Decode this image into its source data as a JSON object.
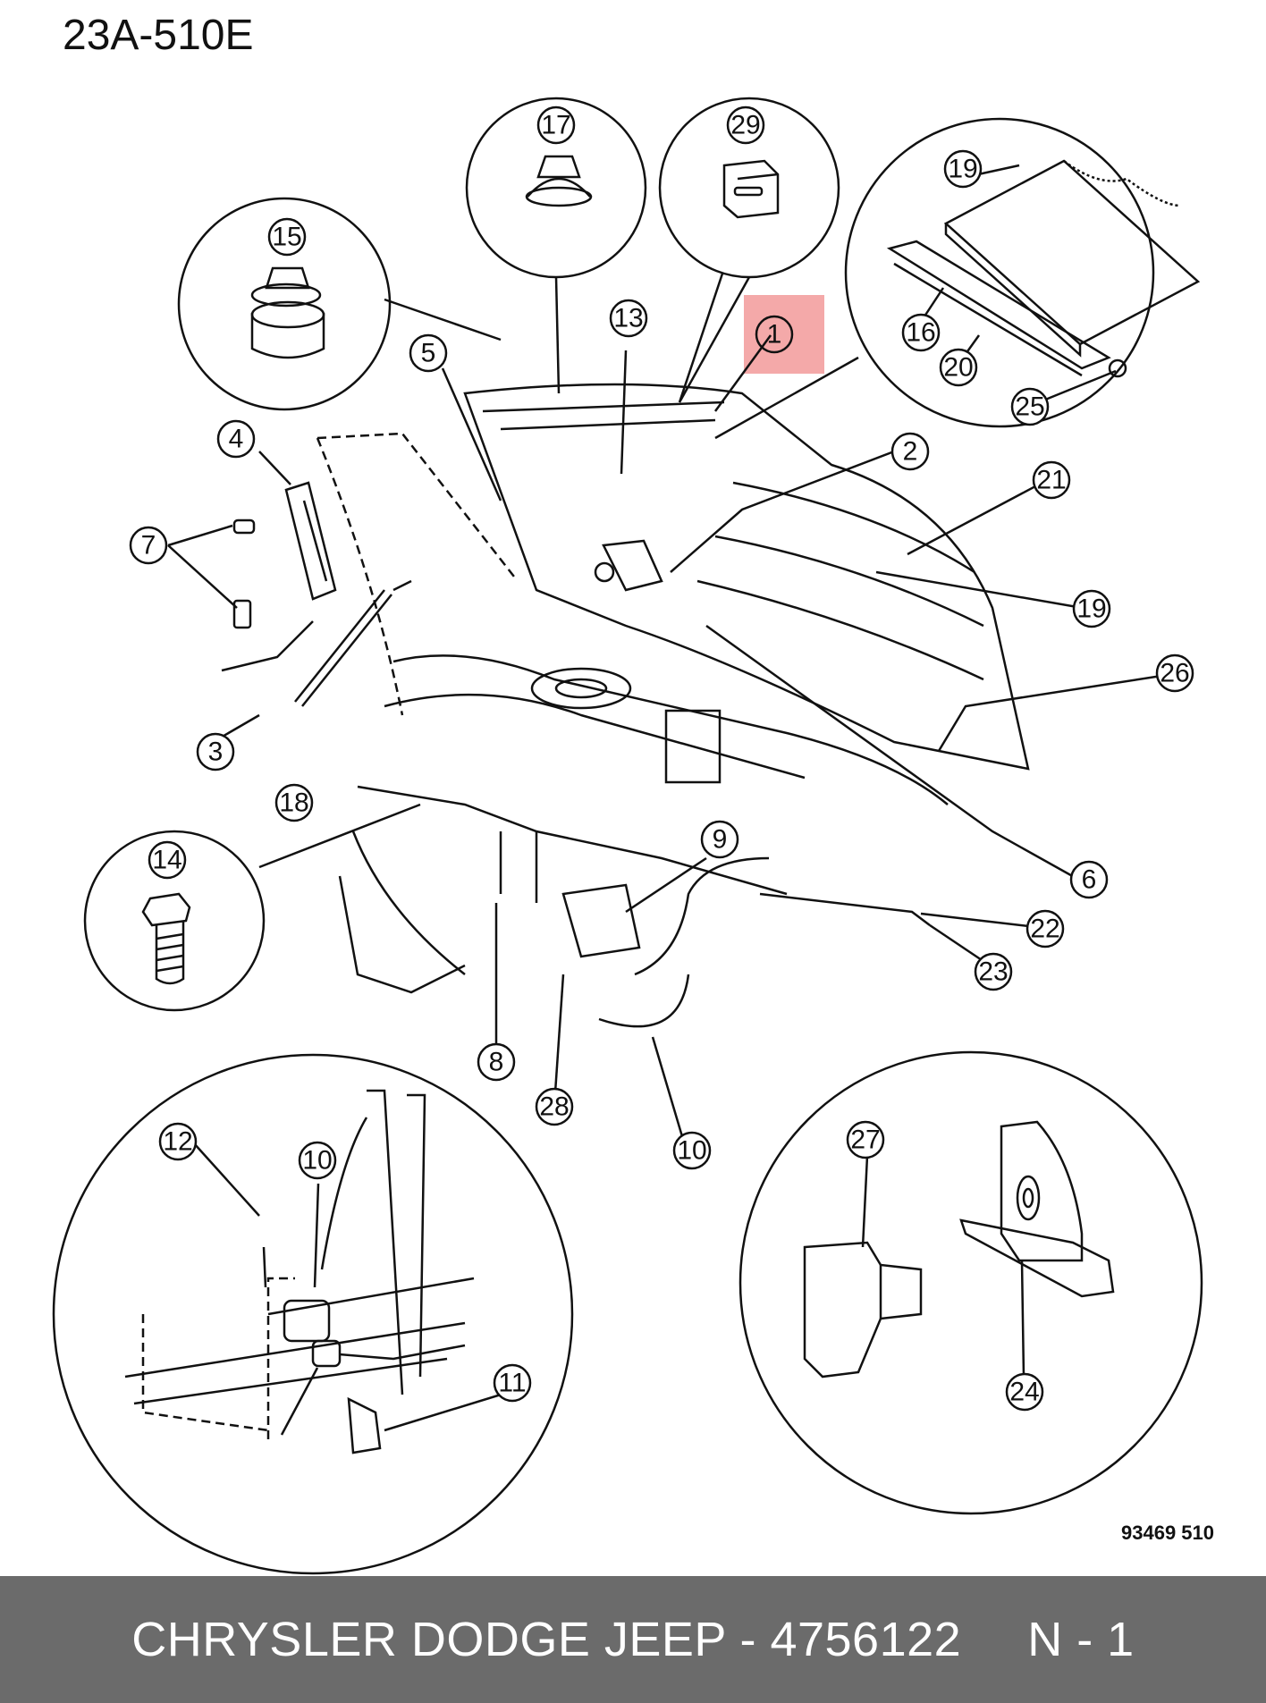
{
  "diagram": {
    "code": "23A-510E",
    "ref_number": "93469 510",
    "highlight_color": "#f29a9a",
    "callouts": [
      {
        "label": "1"
      },
      {
        "label": "2"
      },
      {
        "label": "3"
      },
      {
        "label": "4"
      },
      {
        "label": "5"
      },
      {
        "label": "6"
      },
      {
        "label": "7"
      },
      {
        "label": "8"
      },
      {
        "label": "9"
      },
      {
        "label": "10"
      },
      {
        "label": "10"
      },
      {
        "label": "11"
      },
      {
        "label": "12"
      },
      {
        "label": "13"
      },
      {
        "label": "14"
      },
      {
        "label": "15"
      },
      {
        "label": "16"
      },
      {
        "label": "17"
      },
      {
        "label": "18"
      },
      {
        "label": "19"
      },
      {
        "label": "19"
      },
      {
        "label": "20"
      },
      {
        "label": "21"
      },
      {
        "label": "22"
      },
      {
        "label": "23"
      },
      {
        "label": "24"
      },
      {
        "label": "25"
      },
      {
        "label": "26"
      },
      {
        "label": "27"
      },
      {
        "label": "28"
      },
      {
        "label": "29"
      }
    ]
  },
  "footer": {
    "brand_part": "CHRYSLER DODGE JEEP - 4756122",
    "page": "N - 1",
    "background": "#6b6b6b"
  }
}
